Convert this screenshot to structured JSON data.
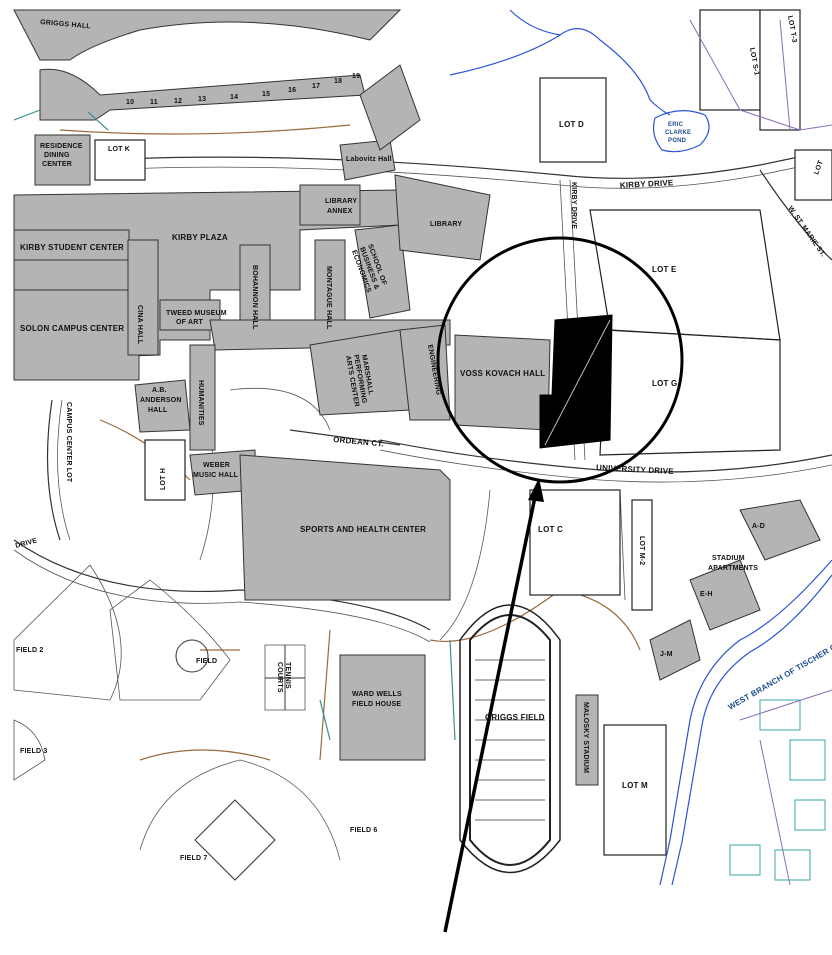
{
  "map": {
    "buildings": {
      "griggs_hall": "GRIGGS HALL",
      "residence_dining_center": [
        "RESIDENCE",
        "DINING",
        "CENTER"
      ],
      "kirby_student_center": "KIRBY STUDENT CENTER",
      "kirby_plaza": "KIRBY PLAZA",
      "library_annex": [
        "LIBRARY",
        "ANNEX"
      ],
      "library": "LIBRARY",
      "labovitz_hall": "Labovitz Hall",
      "solon_campus_center": "SOLON CAMPUS CENTER",
      "cina_hall": "CINA HALL",
      "tweed_museum": [
        "TWEED MUSEUM",
        "OF ART"
      ],
      "bohannon_hall": "BOHANNON HALL",
      "montague_hall": "MONTAGUE HALL",
      "school_business": [
        "SCHOOL OF",
        "BUSINESS &",
        "ECONOMICS"
      ],
      "marshall_center": [
        "MARSHALL",
        "PERFORMING",
        "ARTS CENTER"
      ],
      "engineering": "ENGINEERING",
      "voss_kovach_hall": "VOSS KOVACH HALL",
      "humanities": "HUMANITIES",
      "anderson_hall": [
        "A.B.",
        "ANDERSON",
        "HALL"
      ],
      "weber_music_hall": [
        "WEBER",
        "MUSIC HALL"
      ],
      "sports_health_center": "SPORTS AND HEALTH CENTER",
      "ward_wells": [
        "WARD WELLS",
        "FIELD HOUSE"
      ],
      "malosky_stadium": "MALOSKY STADIUM",
      "stadium_apartments": [
        "STADIUM",
        "APARTMENTS"
      ],
      "tennis_courts": [
        "TENNIS",
        "COURTS"
      ],
      "griggs_field": "GRIGGS FIELD"
    },
    "lots": {
      "lot_k": "LOT K",
      "lot_d": "LOT D",
      "lot_e": "LOT E",
      "lot_g": "LOT G",
      "lot_c": "LOT C",
      "lot_h": "LOT H",
      "lot_m": "LOT M",
      "lot_m2": "LOT M-2",
      "lot_s1": "LOT S-1",
      "lot_t3": "LOT T-3",
      "lot_partial": "LOT",
      "campus_center_lot": "CAMPUS CENTER LOT"
    },
    "roads": {
      "kirby_drive": "KIRBY DRIVE",
      "university_drive": "UNIVERSITY DRIVE",
      "ordean_ct": "ORDEAN CT.",
      "w_st_marie": "W. ST. MARIE ST.",
      "drive_partial": "DRIVE",
      "kirby_dr_vertical": "KIRBY DRIVE"
    },
    "fields": {
      "field_2": "FIELD 2",
      "field": "FIELD",
      "field_3": "FIELD 3",
      "field_6": "FIELD 6",
      "field_7": "FIELD 7"
    },
    "water": {
      "eric_clarke_pond": [
        "ERIC",
        "CLARKE",
        "POND"
      ],
      "west_branch": "WEST BRANCH OF TISCHER CREEK"
    },
    "residence_numbers": [
      "10",
      "11",
      "12",
      "13",
      "14",
      "15",
      "16",
      "17",
      "18",
      "19"
    ],
    "apartment_blocks": [
      "A-D",
      "E-H",
      "J-M"
    ]
  },
  "colors": {
    "building": "#b4b4b4",
    "highlight": "#000000",
    "water": "#2b55d6",
    "path": "#9b6a3a",
    "teal": "#3a8e8e"
  }
}
